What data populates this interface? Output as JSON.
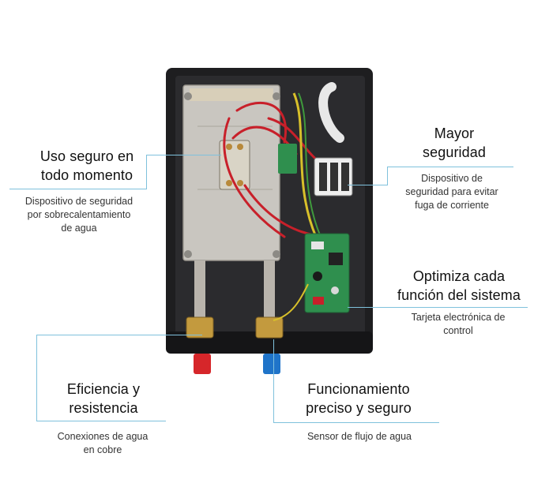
{
  "callouts": {
    "top_left": {
      "title_line1": "Uso seguro en",
      "title_line2": "todo momento",
      "desc_line1": "Dispositivo de seguridad",
      "desc_line2": "por sobrecalentamiento",
      "desc_line3": "de agua"
    },
    "top_right": {
      "title_line1": "Mayor",
      "title_line2": "seguridad",
      "desc_line1": "Dispositivo de",
      "desc_line2": "seguridad para evitar",
      "desc_line3": "fuga de corriente"
    },
    "mid_right": {
      "title_line1": "Optimiza cada",
      "title_line2": "función del sistema",
      "desc_line1": "Tarjeta electrónica de",
      "desc_line2": "control"
    },
    "bottom_left": {
      "title_line1": "Eficiencia y",
      "title_line2": "resistencia",
      "desc_line1": "Conexiones de agua",
      "desc_line2": "en cobre"
    },
    "bottom_center": {
      "title_line1": "Funcionamiento",
      "title_line2": "preciso y seguro",
      "desc_line1": "Sensor de flujo de agua"
    }
  },
  "colors": {
    "callout_line": "#7fc1dc",
    "housing": "#1e1e20",
    "heat_plate": "#c9c6c0",
    "hot_knob": "#d6262a",
    "cold_knob": "#1f74c9",
    "pcb_green": "#2f8f4e"
  }
}
